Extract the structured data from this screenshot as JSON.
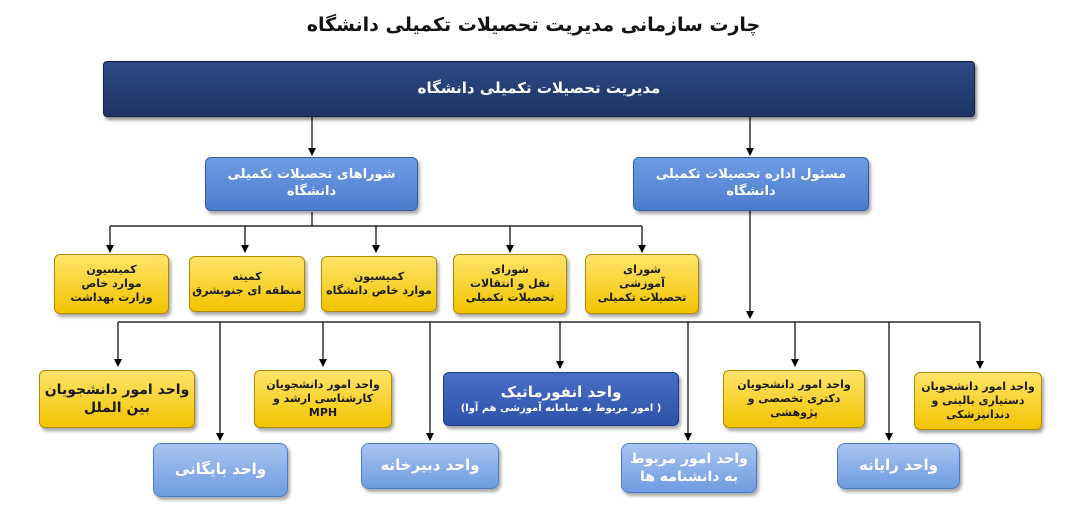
{
  "title": "چارت سازمانی مدیریت تحصیلات تکمیلی دانشگاه",
  "root": {
    "label": "مدیریت تحصیلات تکمیلی دانشگاه"
  },
  "councils": {
    "label": "شوراهای تحصیلات تکمیلی دانشگاه"
  },
  "manager": {
    "label": "مسئول اداره تحصیلات تکمیلی دانشگاه"
  },
  "committees": [
    {
      "lines": [
        "شورای",
        "آموزشی",
        "تحصیلات تکمیلی"
      ]
    },
    {
      "lines": [
        "شورای",
        "نقل و انتقالات",
        "تحصیلات تکمیلی"
      ]
    },
    {
      "lines": [
        "کمیسیون",
        "موارد خاص دانشگاه"
      ]
    },
    {
      "lines": [
        "کمیته",
        "منطقه ای جنوبشرق"
      ]
    },
    {
      "lines": [
        "کمیسیون",
        "موارد خاص",
        "وزارت بهداشت"
      ]
    }
  ],
  "units": {
    "dental": {
      "lines": [
        "واحد امور دانشجویان",
        "دستیاری بالینی و",
        "دندانپزشکی"
      ]
    },
    "phd": {
      "lines": [
        "واحد امور دانشجویان",
        "دکتری تخصصی و",
        "پژوهشی"
      ]
    },
    "informatics": {
      "title": "واحد انفورماتیک",
      "subtitle": "( امور مربوط به سامانه آموزشی هم آوا)"
    },
    "masters": {
      "lines": [
        "واحد امور دانشجویان",
        "کارشناسی ارشد و",
        "MPH"
      ]
    },
    "intl": {
      "lines": [
        "واحد امور دانشجویان",
        "بین الملل"
      ]
    },
    "computer": {
      "label": "واحد رایانه"
    },
    "thesis": {
      "lines": [
        "واحد امور مربوط",
        "به دانشنامه ها"
      ]
    },
    "secretariat": {
      "label": "واحد دبیرخانه"
    },
    "archive": {
      "label": "واحد بایگانی"
    }
  },
  "colors": {
    "navy": "#1d3466",
    "blue": "#4b7ccd",
    "dark_blue": "#2d52a8",
    "light_blue": "#6f9be0",
    "yellow": "#f2c400"
  }
}
